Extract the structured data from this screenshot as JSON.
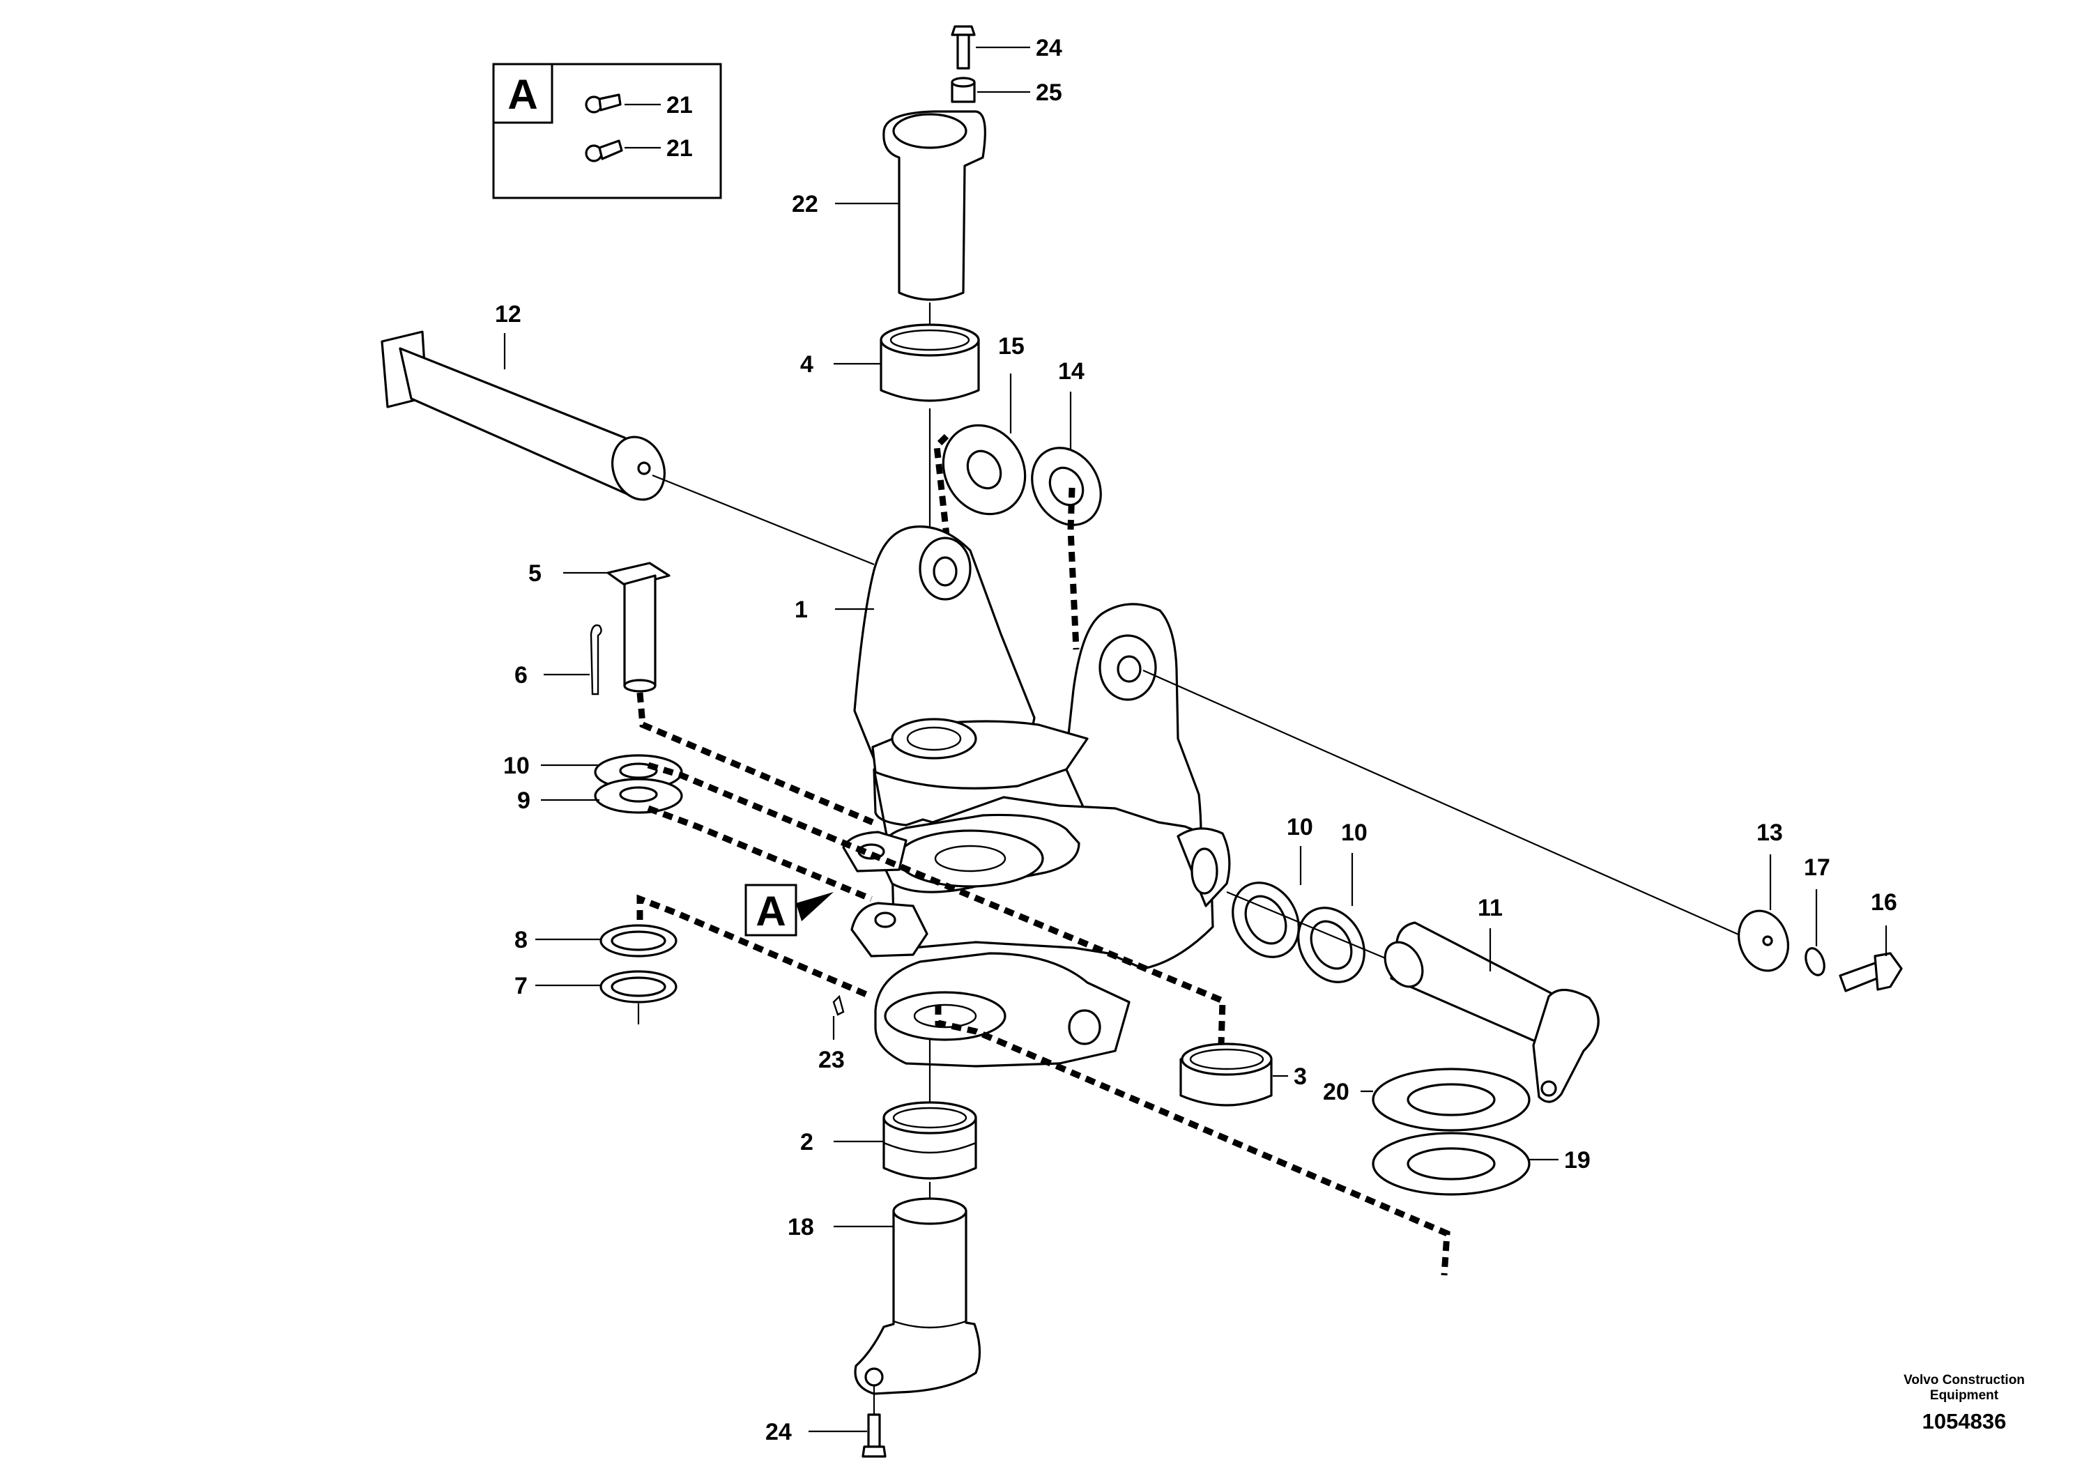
{
  "inset": {
    "letter": "A",
    "labels": [
      "21",
      "21"
    ]
  },
  "detail_marker": {
    "letter": "A"
  },
  "callouts": {
    "c24_top": "24",
    "c25": "25",
    "c22": "22",
    "c12": "12",
    "c4": "4",
    "c15": "15",
    "c14": "14",
    "c5": "5",
    "c1": "1",
    "c6": "6",
    "c10_left": "10",
    "c9": "9",
    "c10_mid_a": "10",
    "c10_mid_b": "10",
    "c13": "13",
    "c17": "17",
    "c16": "16",
    "c11": "11",
    "c8": "8",
    "c7": "7",
    "c23": "23",
    "c3": "3",
    "c20": "20",
    "c19": "19",
    "c2": "2",
    "c18": "18",
    "c24_bottom": "24"
  },
  "footer": {
    "company_line1": "Volvo Construction",
    "company_line2": "Equipment",
    "drawing_number": "1054836"
  }
}
